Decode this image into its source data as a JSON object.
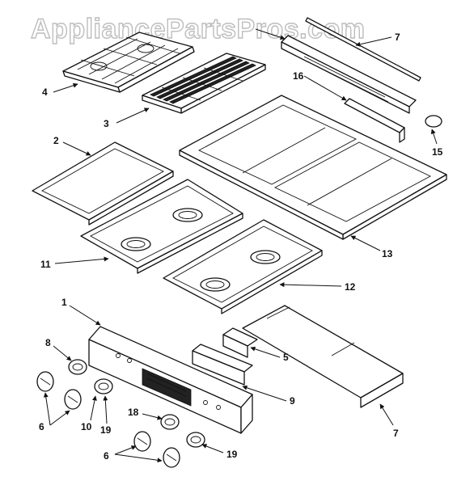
{
  "watermark": "AppliancePartsPros.com",
  "labels": {
    "l1": "1",
    "l2": "2",
    "l3": "3",
    "l4": "4",
    "l5": "5",
    "l6a": "6",
    "l6b": "6",
    "l7a": "7",
    "l7b": "7",
    "l8": "8",
    "l9": "9",
    "l10": "10",
    "l11": "11",
    "l12": "12",
    "l13": "13",
    "l15": "15",
    "l16": "16",
    "l18": "18",
    "l19a": "19",
    "l19b": "19"
  }
}
